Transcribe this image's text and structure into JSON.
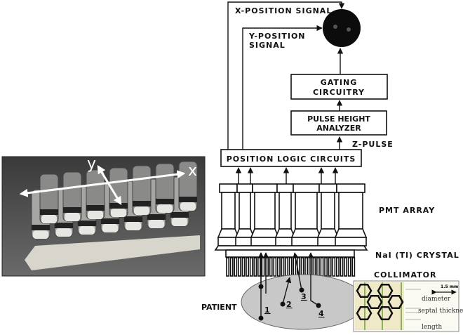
{
  "photo": {
    "axis_x": "x",
    "axis_y": "y"
  },
  "labels": {
    "x_signal": "X-POSITION SIGNAL",
    "y_signal_1": "Y-POSITION",
    "y_signal_2": "SIGNAL",
    "gating_1": "GATING",
    "gating_2": "CIRCUITRY",
    "pha_1": "PULSE HEIGHT",
    "pha_2": "ANALYZER",
    "z_pulse": "Z-PULSE",
    "logic": "POSITION LOGIC CIRCUITS",
    "pmt": "PMT ARRAY",
    "crystal": "NaI (Tl) CRYSTAL",
    "collimator": "COLLIMATOR",
    "patient": "PATIENT"
  },
  "events": [
    "1",
    "2",
    "3",
    "4"
  ],
  "inset": {
    "scale": "1.5 mm",
    "diameter": "diameter",
    "septal": "septal thickness",
    "length": "length"
  },
  "colors": {
    "patient": "#c8c8c8",
    "inset_bg": "#efe9c8",
    "inset_stripe": "#8fae5a"
  }
}
